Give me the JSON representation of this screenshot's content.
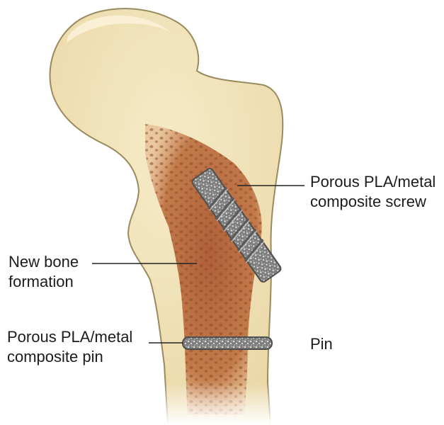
{
  "labels": {
    "screw": {
      "line1": "Porous  PLA/metal",
      "line2": "composite screw"
    },
    "new_bone": {
      "line1": "New bone",
      "line2": "formation"
    },
    "composite_pin": {
      "line1": "Porous PLA/metal",
      "line2": "composite pin"
    },
    "pin": "Pin"
  },
  "colors": {
    "bone": "#f0e0b4",
    "bone_outline": "#8a7a55",
    "new_bone": "#b56a3c",
    "implant": "#8f8f8f"
  }
}
